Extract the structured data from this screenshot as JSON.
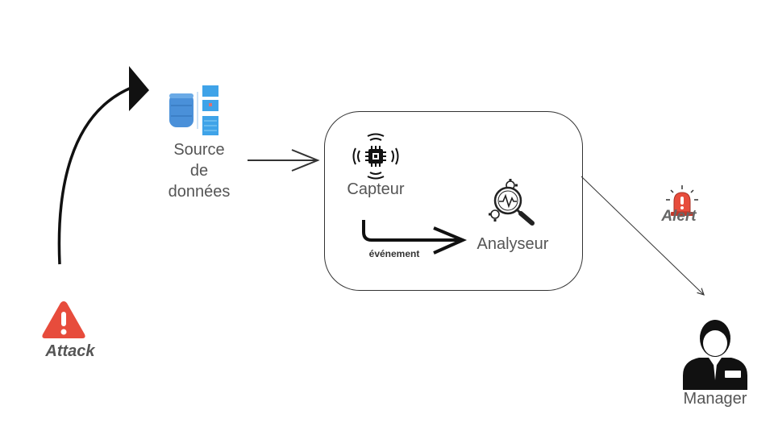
{
  "nodes": {
    "source": {
      "label_line1": "Source",
      "label_line2": "de",
      "label_line3": "données",
      "icon": "database-icon"
    },
    "capteur": {
      "label": "Capteur",
      "icon": "sensor-chip-icon"
    },
    "analyseur": {
      "label": "Analyseur",
      "icon": "magnifier-analysis-icon"
    },
    "manager": {
      "label": "Manager",
      "icon": "manager-person-icon"
    }
  },
  "edges": {
    "evenement": {
      "label": "événement"
    }
  },
  "markers": {
    "attack": {
      "label": "Attack",
      "icon": "warning-triangle-icon",
      "color": "#e74c3c"
    },
    "alert": {
      "label": "Alert",
      "icon": "alarm-siren-icon",
      "color": "#e74c3c"
    }
  }
}
